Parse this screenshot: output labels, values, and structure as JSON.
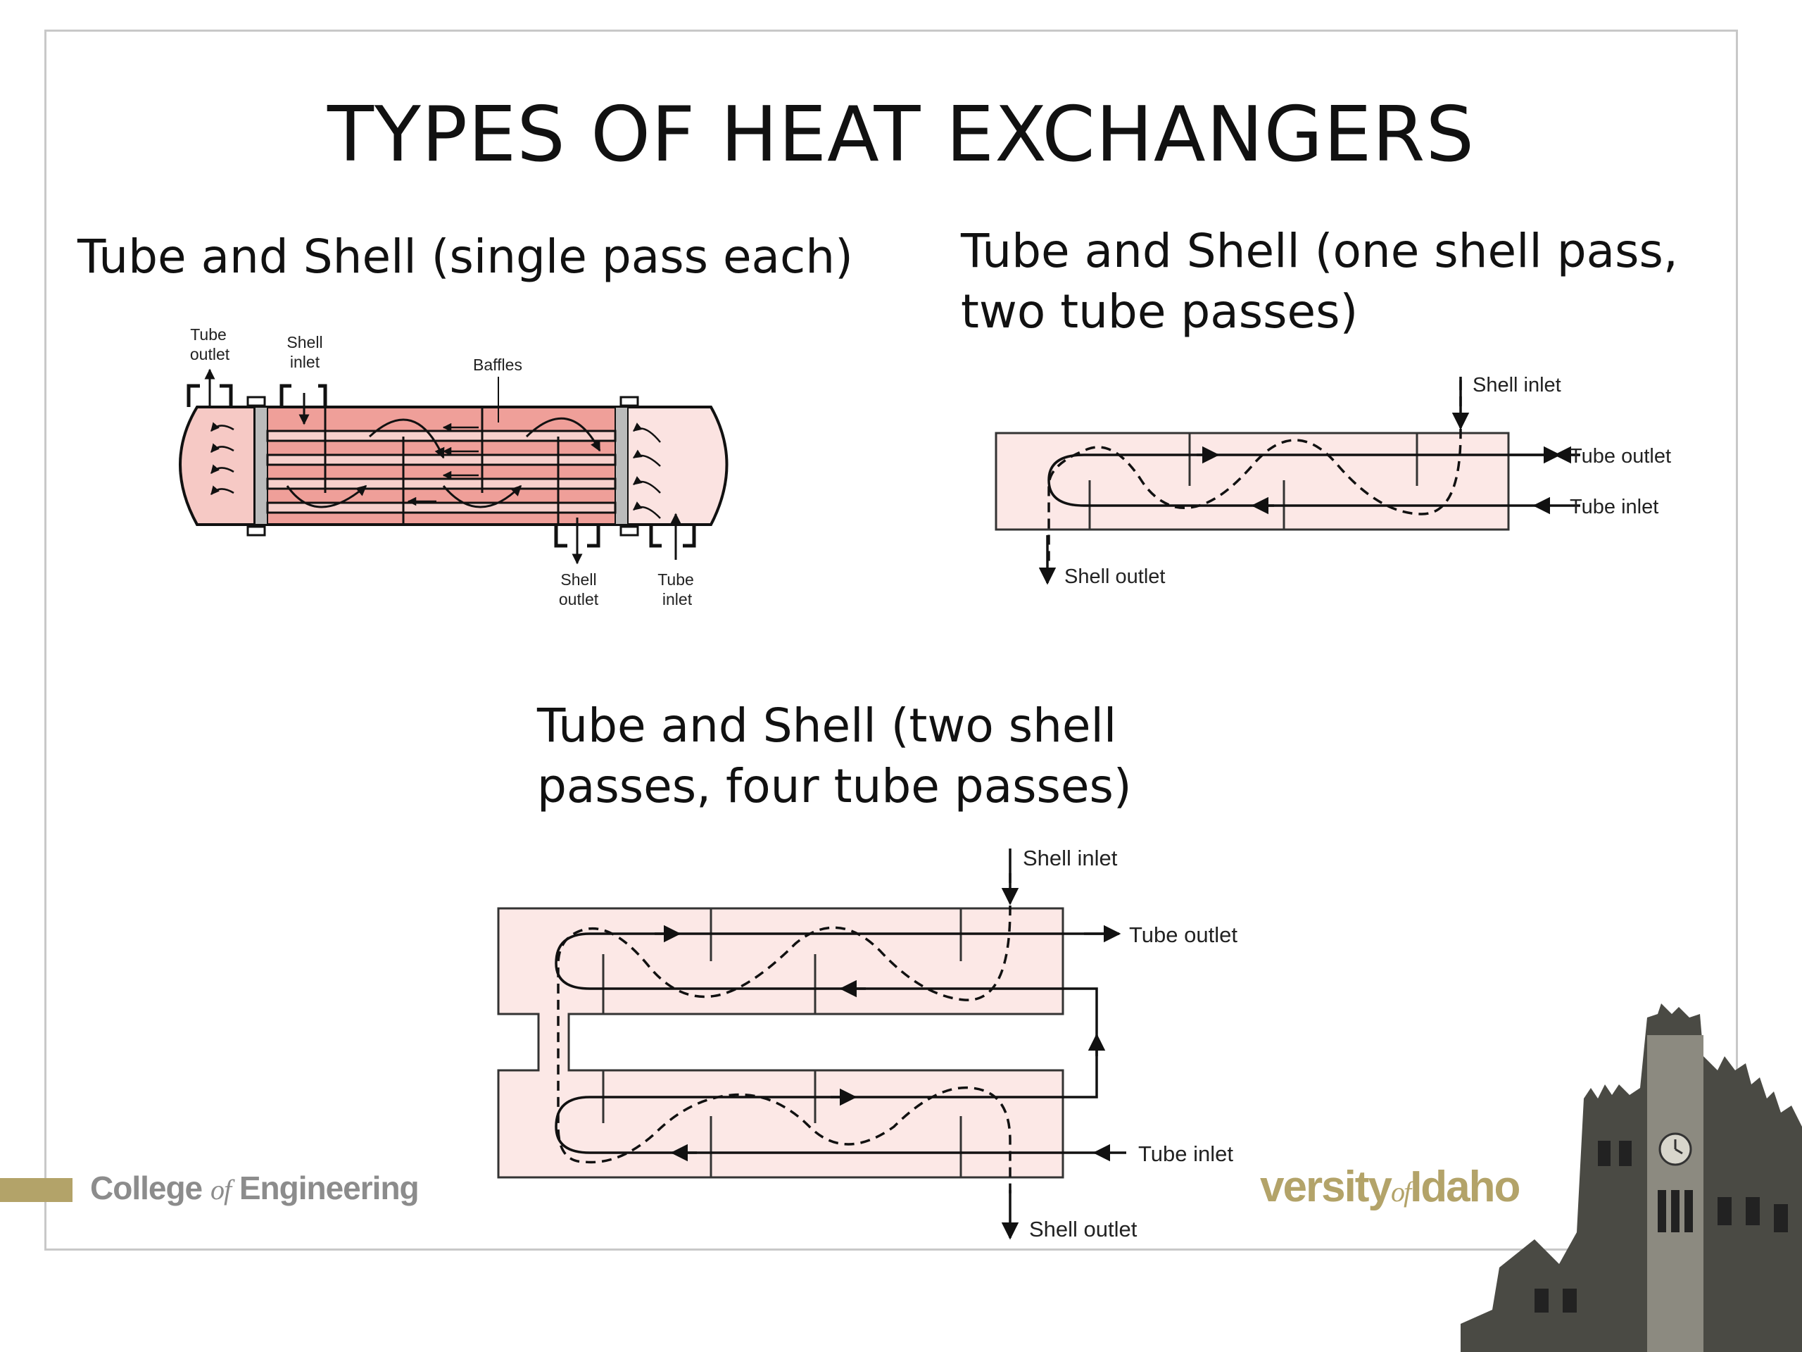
{
  "slide": {
    "title": "TYPES OF HEAT EXCHANGERS",
    "headings": {
      "single_pass": "Tube and Shell (single pass each)",
      "one_shell_line1": "Tube and Shell (one shell pass,",
      "one_shell_line2": "two tube passes)",
      "two_shell_line1": "Tube and Shell (two shell",
      "two_shell_line2": "passes, four tube passes)"
    },
    "diagram1": {
      "tube_outlet_1": "Tube",
      "tube_outlet_2": "outlet",
      "shell_inlet_1": "Shell",
      "shell_inlet_2": "inlet",
      "baffles": "Baffles",
      "shell_outlet_1": "Shell",
      "shell_outlet_2": "outlet",
      "tube_inlet_1": "Tube",
      "tube_inlet_2": "inlet"
    },
    "diagram2": {
      "shell_inlet": "Shell inlet",
      "tube_outlet": "Tube outlet",
      "tube_inlet": "Tube inlet",
      "shell_outlet": "Shell outlet"
    },
    "diagram3": {
      "shell_inlet": "Shell inlet",
      "tube_outlet": "Tube outlet",
      "tube_inlet": "Tube inlet",
      "shell_outlet": "Shell outlet"
    },
    "footer": {
      "left_pre": "College ",
      "left_of": "of",
      "left_post": " Engineering",
      "right_pre": "versity",
      "right_of": "of",
      "right_post": "Idaho"
    },
    "colors": {
      "shell_fill": "#f3c3bf",
      "shell_fill_light": "#fbe6e4",
      "diagram_fill": "#fce8e6",
      "accent_gold": "#b3a369"
    }
  }
}
